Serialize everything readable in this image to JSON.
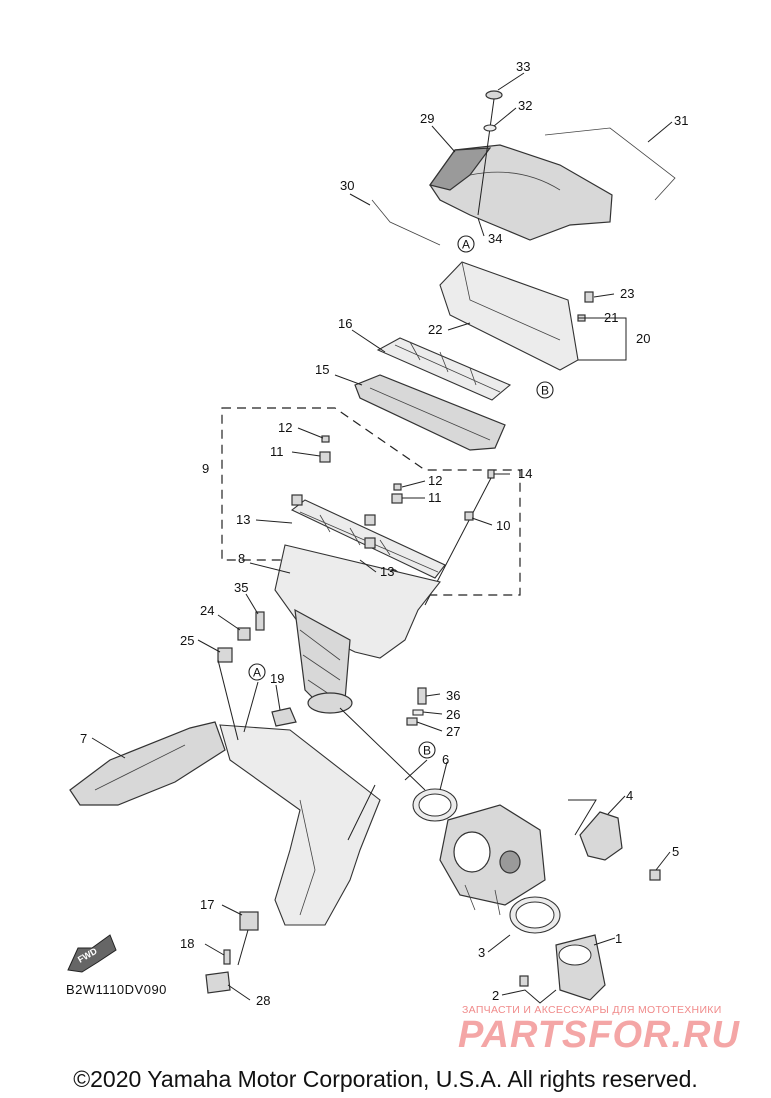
{
  "callouts": [
    "1",
    "2",
    "3",
    "4",
    "5",
    "6",
    "7",
    "8",
    "9",
    "10",
    "11",
    "11",
    "12",
    "12",
    "13",
    "13",
    "14",
    "15",
    "16",
    "17",
    "18",
    "19",
    "20",
    "21",
    "22",
    "23",
    "24",
    "25",
    "26",
    "27",
    "28",
    "29",
    "30",
    "31",
    "32",
    "33",
    "34",
    "35",
    "36"
  ],
  "reference_marks": [
    "A",
    "A",
    "B",
    "B"
  ],
  "diagram_code": "B2W1110DV090",
  "fwd_label": "FWD",
  "watermark": {
    "subtitle": "ЗАПЧАСТИ И АКСЕССУАРЫ ДЛЯ МОТОТЕХНИКИ",
    "logo": "PARTSFOR.RU"
  },
  "copyright": "©2020 Yamaha Motor Corporation, U.S.A. All rights reserved."
}
